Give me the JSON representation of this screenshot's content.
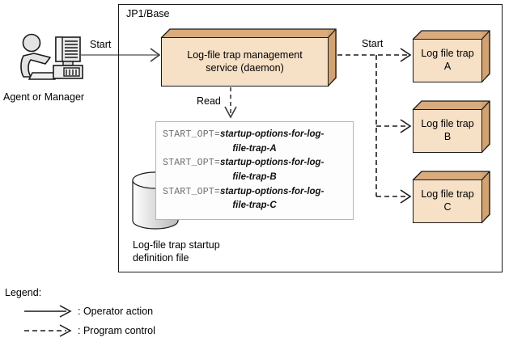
{
  "diagram": {
    "container": {
      "title": "JP1/Base"
    },
    "actor": {
      "icon": "person-at-computer-icon",
      "caption": "Agent or Manager"
    },
    "daemon": {
      "line1": "Log-file trap management",
      "line2": "service (daemon)"
    },
    "traps": [
      {
        "line1": "Log file trap",
        "line2": "A"
      },
      {
        "line1": "Log file trap",
        "line2": "B"
      },
      {
        "line1": "Log file trap",
        "line2": "C"
      }
    ],
    "definition_file": {
      "lines": [
        {
          "key": "START_OPT=",
          "value_line1": "startup-options-for-log-",
          "value_line2": "file-trap-A"
        },
        {
          "key": "START_OPT=",
          "value_line1": "startup-options-for-log-",
          "value_line2": "file-trap-B"
        },
        {
          "key": "START_OPT=",
          "value_line1": "startup-options-for-log-",
          "value_line2": "file-trap-C"
        }
      ],
      "caption_line1": "Log-file trap startup",
      "caption_line2": "definition file",
      "icon": "database-cylinder-icon"
    },
    "labels": {
      "start_left": "Start",
      "start_right": "Start",
      "read": "Read"
    },
    "legend": {
      "title": "Legend:",
      "items": [
        {
          "style": "solid-arrow",
          "text": ": Operator action"
        },
        {
          "style": "dashed-arrow",
          "text": ": Program control"
        }
      ]
    },
    "colors": {
      "box_face": "#f6e0c6",
      "box_top": "#d9ab7d",
      "box_side": "#d2a372",
      "outline": "#1a1a1a",
      "solid_arrow": "#6b6b6b",
      "dashed_arrow": "#1a1a1a",
      "panel_border": "#b5b5b5",
      "key_text": "#6e6e6e"
    }
  }
}
